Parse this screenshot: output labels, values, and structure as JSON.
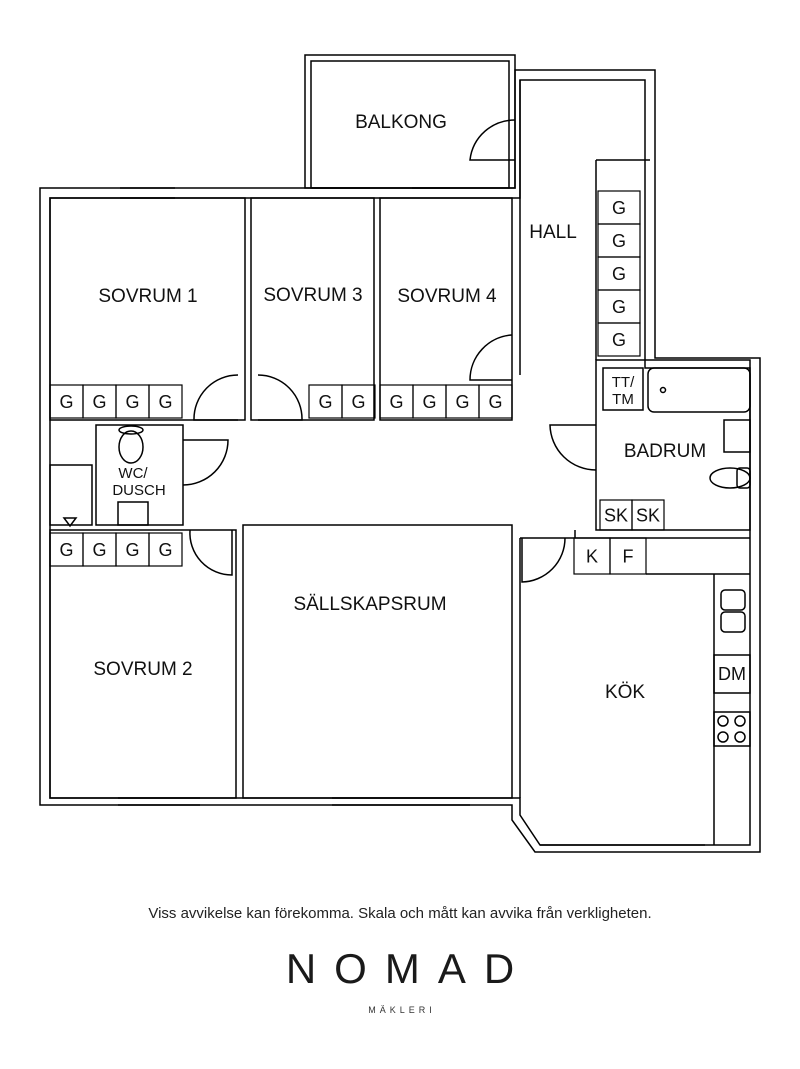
{
  "rooms": {
    "balkong": "BALKONG",
    "hall": "HALL",
    "sovrum1": "SOVRUM 1",
    "sovrum2": "SOVRUM 2",
    "sovrum3": "SOVRUM 3",
    "sovrum4": "SOVRUM 4",
    "wc_line1": "WC/",
    "wc_line2": "DUSCH",
    "badrum": "BADRUM",
    "sallskapsrum": "SÄLLSKAPSRUM",
    "kok": "KÖK"
  },
  "fixtures": {
    "wardrobe": "G",
    "tt_line1": "TT/",
    "tt_line2": "TM",
    "sk": [
      "SK",
      "SK"
    ],
    "kf": [
      "K",
      "F"
    ],
    "dm": "DM"
  },
  "footer": {
    "disclaimer": "Viss avvikelse kan förekomma. Skala och mått kan avvika från verkligheten.",
    "logo": "NOMAD",
    "logo_sub": "MÄKLERI"
  }
}
